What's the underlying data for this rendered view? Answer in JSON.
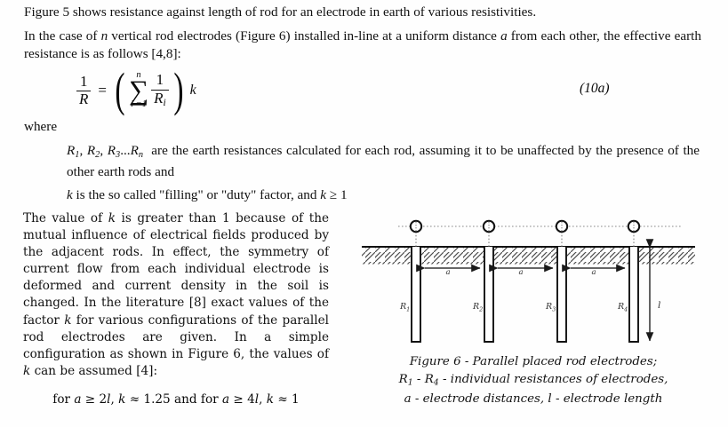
{
  "document": {
    "intro": {
      "line1_pre": "Figure 5 shows resistance against length of rod for an electrode in earth of various resistivities.",
      "line2_a": "In the case of ",
      "line2_n": "n",
      "line2_b": " vertical rod electrodes (Figure 6) installed in-line at a uniform distance ",
      "line2_a_var": "a",
      "line2_c": " from each other, the effective earth resistance is as follows [4,8]:"
    },
    "equation": {
      "lhs_num": "1",
      "lhs_den": "R",
      "equals": "=",
      "paren_open": "(",
      "paren_close": ")",
      "sum_upper": "n",
      "sum_symbol": "∑",
      "sum_lower": "i =1",
      "term_num": "1",
      "term_den": "R",
      "term_den_sub": "i",
      "factor": "k",
      "number": "(10a)"
    },
    "where": {
      "label": "where",
      "item1_sym_r1": "R",
      "item1_sym_r1_sub": "1",
      "item1_sym_r2": "R",
      "item1_sym_r2_sub": "2",
      "item1_sym_r3": "R",
      "item1_sym_r3_sub": "3",
      "item1_dots": "...",
      "item1_sym_rn": "R",
      "item1_sym_rn_sub": "n",
      "item1_text": "are the earth resistances calculated for each rod, assuming it to be unaffected by the presence of the other earth rods and",
      "item2_k": "k",
      "item2_text": " is the so called \"filling\" or \"duty\" factor, and ",
      "item2_k2": "k",
      "item2_cond": " ≥ 1"
    },
    "body": {
      "seg1": "The value of ",
      "k1": "k",
      "seg2": " is greater than 1 because of the mutual influence of electrical fields produced by the adjacent rods.  In effect, the symmetry of current flow from each individual electrode is deformed and current density in the soil is changed.  In the literature [8] exact values of the factor ",
      "k2": "k",
      "seg3": " for various configurations of the parallel rod electrodes are given.  In a simple configuration as shown in Figure 6, the values of ",
      "k3": "k",
      "seg4": " can be assumed [4]:",
      "k_values": {
        "pre": "for ",
        "a1": "a",
        "cond1": " ≥ 2",
        "l1": "l",
        "mid": ", ",
        "k1": "k",
        "approx1": " ≈ 1.25 and for ",
        "a2": "a",
        "cond2": " ≥ 4",
        "l2": "l",
        "mid2": ", ",
        "k2": "k",
        "approx2": " ≈ 1"
      }
    },
    "figure": {
      "rod_labels": [
        "R",
        "R",
        "R",
        "R"
      ],
      "rod_label_subs": [
        "1",
        "2",
        "3",
        "4"
      ],
      "distance_labels": [
        "a",
        "a",
        "a"
      ],
      "length_label": "l",
      "caption_line1": "Figure 6 - Parallel placed rod electrodes;",
      "caption_line2_r1": "R",
      "caption_line2_r1_sub": "1",
      "caption_line2_dash": " - ",
      "caption_line2_r4": "R",
      "caption_line2_r4_sub": "4",
      "caption_line2_rest": " - individual resistances of electrodes,",
      "caption_line3_a": "a",
      "caption_line3_mid": " - electrode distances, ",
      "caption_line3_l": "l",
      "caption_line3_end": " - electrode length"
    },
    "colors": {
      "ink": "#111111",
      "page_background": "#fefefe",
      "hatch": "#555555",
      "arrow": "#222222"
    }
  }
}
